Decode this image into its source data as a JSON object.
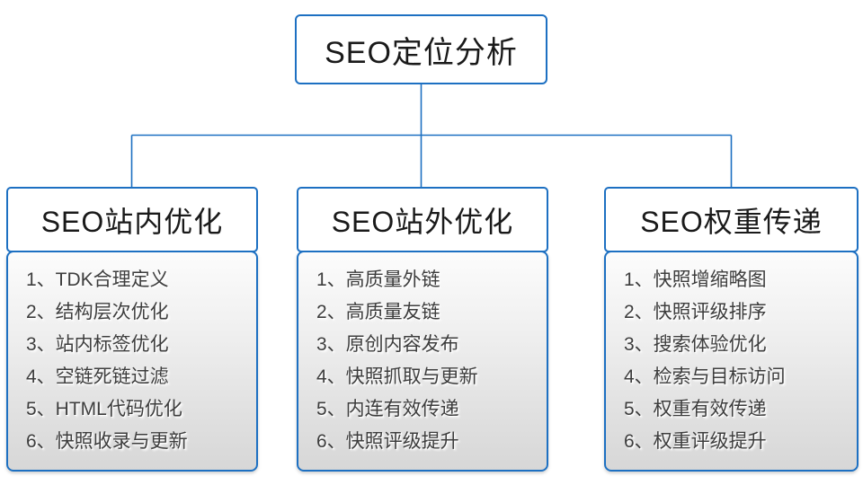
{
  "diagram": {
    "root": {
      "title": "SEO定位分析"
    },
    "columns": [
      {
        "title": "SEO站内优化",
        "items": [
          "1、TDK合理定义",
          "2、结构层次优化",
          "3、站内标签优化",
          "4、空链死链过滤",
          "5、HTML代码优化",
          "6、快照收录与更新"
        ]
      },
      {
        "title": "SEO站外优化",
        "items": [
          "1、高质量外链",
          "2、高质量友链",
          "3、原创内容发布",
          "4、快照抓取与更新",
          "5、内连有效传递",
          "6、快照评级提升"
        ]
      },
      {
        "title": "SEO权重传递",
        "items": [
          "1、快照增缩略图",
          "2、快照评级排序",
          "3、搜索体验优化",
          "4、检索与目标访问",
          "5、权重有效传递",
          "6、权重评级提升"
        ]
      }
    ],
    "colors": {
      "accent_blue": "#1d70c2",
      "panel_gradient_top": "#fcfcfc",
      "panel_gradient_bottom": "#d7d7d7",
      "item_text": "#3d3d3d",
      "title_text": "#1a1a1a"
    }
  }
}
